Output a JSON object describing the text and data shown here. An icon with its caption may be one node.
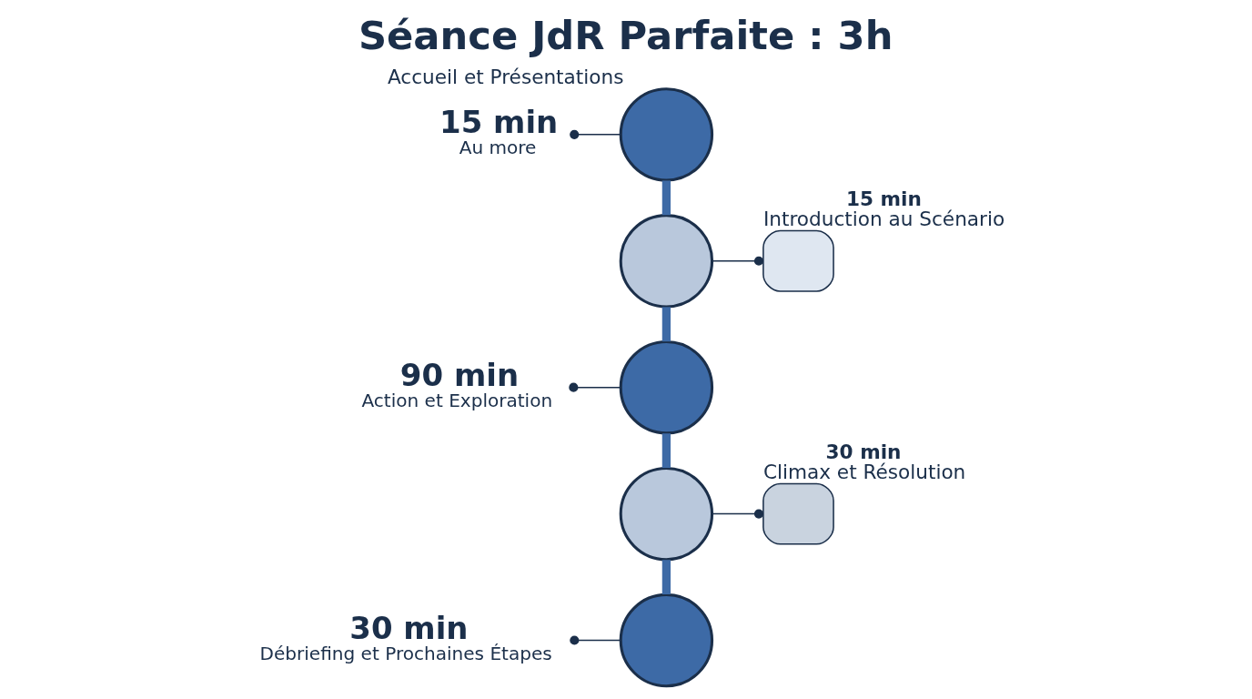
{
  "diagram": {
    "title": "Séance JdR Parfaite : 3h",
    "nodes": [
      {
        "text": [
          "15 min",
          "Au more"
        ]
      },
      {
        "text": [],
        "shape": "circle",
        "beside": [
          "Accueil et Présentations"
        ]
      },
      {
        "text": [],
        "shape": "circle"
      },
      {
        "text": [],
        "shape": "box",
        "beside": [
          "15 min",
          "Introduction au Scénario"
        ]
      },
      {
        "text": [
          "90 min",
          "Action et Exploration"
        ]
      },
      {
        "text": [],
        "shape": "circle"
      },
      {
        "text": [],
        "shape": "circle"
      },
      {
        "text": [],
        "shape": "box",
        "beside": [
          "30 min",
          "Climax et Résolution"
        ]
      },
      {
        "text": [
          "30 min",
          "Débriefing et Prochaines Étapes"
        ]
      },
      {
        "text": [],
        "shape": "circle"
      }
    ],
    "edges": [
      {
        "from": 1,
        "to": 2,
        "arrow": "none",
        "style": "thick",
        "color": "#3d6aa6"
      },
      {
        "from": 2,
        "to": 5,
        "arrow": "none",
        "style": "thick",
        "color": "#3d6aa6"
      },
      {
        "from": 5,
        "to": 6,
        "arrow": "none",
        "style": "thick",
        "color": "#3d6aa6"
      },
      {
        "from": 6,
        "to": 9,
        "arrow": "none",
        "style": "thick",
        "color": "#3d6aa6"
      },
      {
        "from": 0,
        "to": 1,
        "arrow": "other"
      },
      {
        "from": 2,
        "to": 3,
        "arrow": "other"
      },
      {
        "from": 4,
        "to": 5,
        "arrow": "other"
      },
      {
        "from": 6,
        "to": 7,
        "arrow": "other"
      },
      {
        "from": 8,
        "to": 9,
        "arrow": "other"
      }
    ]
  }
}
